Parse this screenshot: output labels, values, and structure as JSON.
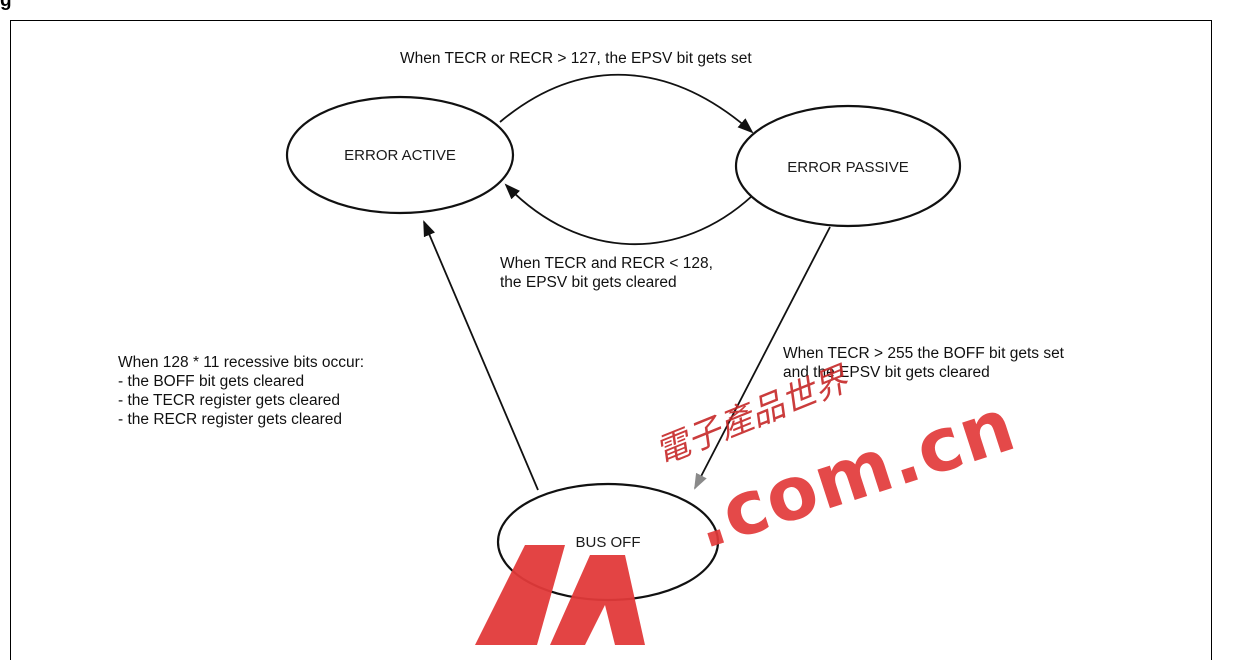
{
  "states": {
    "error_active": "ERROR ACTIVE",
    "error_passive": "ERROR PASSIVE",
    "bus_off": "BUS OFF"
  },
  "transitions": {
    "active_to_passive": "When TECR or RECR > 127, the EPSV bit gets set",
    "passive_to_active": {
      "line1": "When TECR and RECR < 128,",
      "line2": "the EPSV bit gets cleared"
    },
    "passive_to_busoff": {
      "line1": "When TECR > 255 the BOFF bit gets set",
      "line2": "and the EPSV bit gets cleared"
    },
    "busoff_to_active": {
      "line1": "When 128 * 11 recessive bits occur:",
      "line2": "- the BOFF bit gets cleared",
      "line3": "- the TECR register gets cleared",
      "line4": "- the RECR register gets cleared"
    }
  },
  "watermark": {
    "text": ".com.cn",
    "cjk": "電子產品世界",
    "color": "#e23a3a"
  }
}
